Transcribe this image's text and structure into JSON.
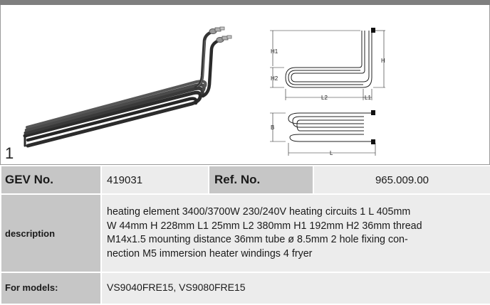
{
  "figure": {
    "number": "1",
    "dimension_labels": {
      "h1": "H1",
      "h2": "H2",
      "h": "H",
      "l2": "L2",
      "l1": "L1",
      "b": "B",
      "l": "L"
    }
  },
  "table": {
    "gev_label": "GEV No.",
    "gev_value": "419031",
    "ref_label": "Ref. No.",
    "ref_value": "965.009.00",
    "description_label": "description",
    "description_lines": [
      "heating element  3400/3700W 230/240V heating circuits 1 L 405mm",
      "W 44mm H 228mm L1 25mm L2 380mm H1 192mm H2 36mm thread",
      "M14x1.5 mounting distance 36mm tube ø 8.5mm 2 hole fixing con-",
      "nection M5 immersion heater windings 4 fryer"
    ],
    "models_label": "For models:",
    "models_value": "VS9040FRE15, VS9080FRE15"
  }
}
